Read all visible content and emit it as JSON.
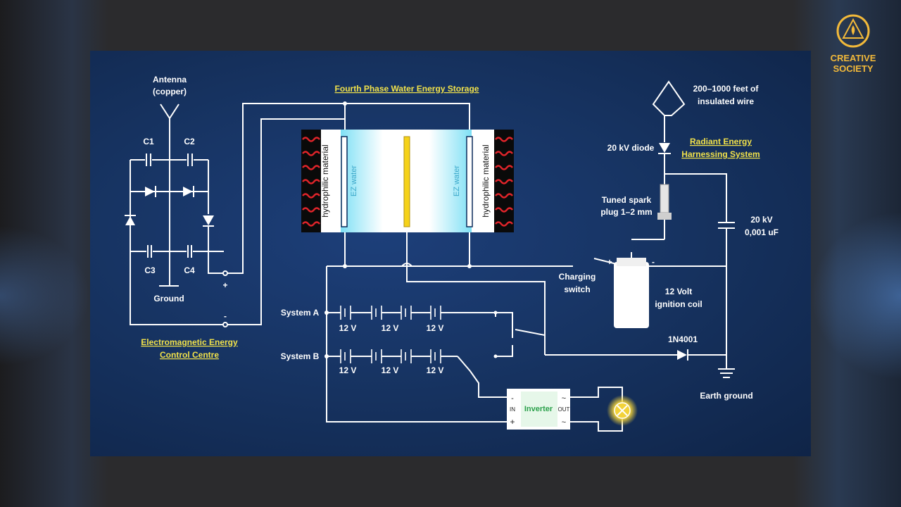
{
  "brand": {
    "name_line1": "CREATIVE",
    "name_line2": "SOCIETY",
    "accent": "#f2b93a"
  },
  "colors": {
    "panel": "#173463",
    "wire": "#ffffff",
    "title": "#f2e24a",
    "ez_glow": "#7fe0f5",
    "center_plate": "#f5d21a",
    "heater": "#e0242a"
  },
  "diagram": {
    "titles": {
      "storage": "Fourth Phase Water Energy Storage",
      "radiant_line1": "Radiant Energy",
      "radiant_line2": "Harnessing System",
      "em_line1": "Electromagnetic Energy",
      "em_line2": "Control Centre"
    },
    "antenna": {
      "line1": "Antenna",
      "line2": "(copper)"
    },
    "capacitors": {
      "c1": "C1",
      "c2": "C2",
      "c3": "C3",
      "c4": "C4"
    },
    "ground": "Ground",
    "terminal_plus": "+",
    "terminal_minus": "-",
    "storage_cell": {
      "hydrophilic_left": "hydrophilic material",
      "hydrophilic_right": "hydrophilic material",
      "ez_left": "EZ water",
      "ez_right": "EZ water"
    },
    "wire_label_line1": "200–1000 feet of",
    "wire_label_line2": "insulated wire",
    "diode_20kv": "20 kV diode",
    "spark_plug_line1": "Tuned spark",
    "spark_plug_line2": "plug 1–2 mm",
    "cap_20kv_line1": "20 kV",
    "cap_20kv_line2": "0,001 uF",
    "charging_switch_line1": "Charging",
    "charging_switch_line2": "switch",
    "ignition_coil_line1": "12 Volt",
    "ignition_coil_line2": "ignition coil",
    "coil_plus": "+",
    "coil_minus": "-",
    "diode_1n4001": "1N4001",
    "earth_ground": "Earth ground",
    "system_a": "System A",
    "system_b": "System B",
    "battery_labels": [
      "12 V",
      "12 V",
      "12 V"
    ],
    "inverter": {
      "label": "Inverter",
      "in": "IN",
      "out": "OUT",
      "in_minus": "-",
      "in_plus": "+",
      "out_ac_top": "~",
      "out_ac_bottom": "~"
    }
  }
}
